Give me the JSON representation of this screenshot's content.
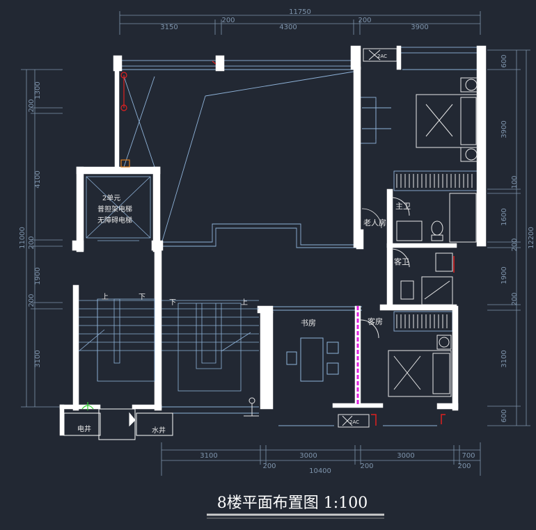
{
  "title": "8楼平面布置图  1:100",
  "top_dims": {
    "total": "11750",
    "d1": "3150",
    "d2": "200",
    "d3": "4300",
    "d4": "200",
    "d5": "3900"
  },
  "bottom_dims": {
    "d1": "3100",
    "d2": "200",
    "d3": "3000",
    "d4": "200",
    "d5": "3000",
    "d6": "200",
    "d7": "700",
    "total": "10400"
  },
  "left_dims": {
    "total": "11000",
    "d1": "1300",
    "d2": "200",
    "d3": "4100",
    "d4": "200",
    "d5": "1900",
    "d6": "200",
    "d7": "3100"
  },
  "right_dims": {
    "total": "12200",
    "d1": "600",
    "d2": "3900",
    "d3": "100",
    "d4": "1600",
    "d5": "200",
    "d6": "1900",
    "d7": "200",
    "d8": "3100",
    "d9": "600"
  },
  "rooms": {
    "elevator_line1": "2单元",
    "elevator_line2": "普担架电梯",
    "elevator_line3": "无障碍电梯",
    "elder_room": "老人房",
    "master_bath": "主卫",
    "guest_bath": "客卫",
    "study": "书房",
    "guest_room": "客房",
    "elec_shaft": "电井",
    "water_shaft": "水井",
    "stair_up_left": "上",
    "stair_down_left": "下",
    "stair_down_right": "下",
    "stair_up_right": "上"
  },
  "ac_labels": {
    "ac_top": "2AC",
    "ac_bottom": "2AC"
  },
  "colors": {
    "background": "#222833",
    "wall": "#ffffff",
    "line": "#8fb3d9",
    "dimension": "#7f95ad",
    "pipe_red": "#e02020",
    "pipe_magenta": "#e020e0",
    "symbol_green": "#30d030",
    "symbol_orange": "#e08020"
  }
}
